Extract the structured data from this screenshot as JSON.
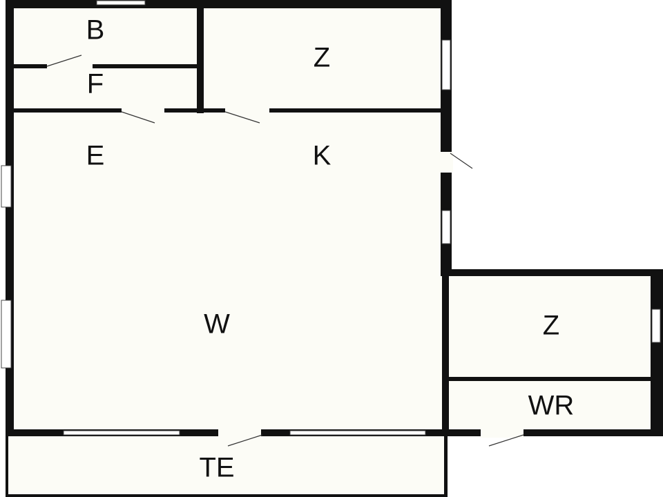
{
  "plan": {
    "wall_color": "#111111",
    "floor_color": "#fcfcf6",
    "outside_color": "#ffffff",
    "rooms": [
      {
        "id": "bathroom",
        "label": "B"
      },
      {
        "id": "hall-f",
        "label": "F"
      },
      {
        "id": "bedroom-top",
        "label": "Z"
      },
      {
        "id": "entry",
        "label": "E"
      },
      {
        "id": "kitchen",
        "label": "K"
      },
      {
        "id": "living",
        "label": "W"
      },
      {
        "id": "bedroom-right",
        "label": "Z"
      },
      {
        "id": "utility",
        "label": "WR"
      },
      {
        "id": "terrace",
        "label": "TE"
      }
    ]
  }
}
